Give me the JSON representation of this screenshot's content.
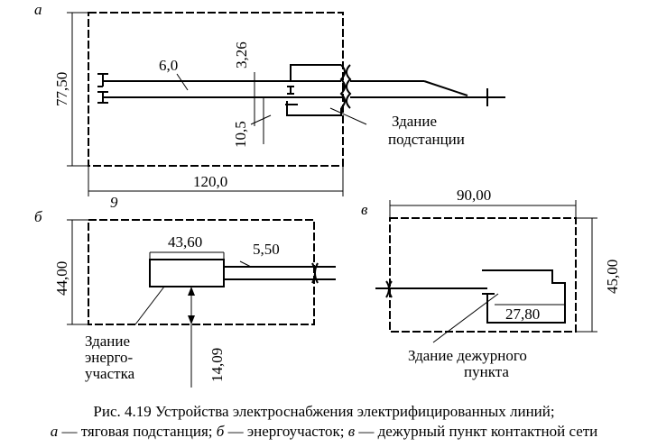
{
  "panel_a": {
    "letter": "а",
    "dim_height": "77,50",
    "dim_width": "120,0",
    "dim_track": "6,0",
    "dim_offset": "3,26",
    "dim_small": "10,5",
    "corner_mark": "9",
    "building_label_line1": "Здание",
    "building_label_line2": "подстанции"
  },
  "panel_b": {
    "letter": "б",
    "dim_height": "44,00",
    "dim_building": "43,60",
    "dim_track": "5,50",
    "dim_vertical": "14,09",
    "building_label_line1": "Здание",
    "building_label_line2": "энерго-",
    "building_label_line3": "участка"
  },
  "panel_v": {
    "letter": "в",
    "dim_width": "90,00",
    "dim_height": "45,00",
    "dim_building": "27,80",
    "building_label_line1": "Здание дежурного",
    "building_label_line2": "пункта"
  },
  "caption": {
    "line1": "Рис. 4.19 Устройства электроснабжения электрифицированных линий;",
    "line2_a": "а",
    "line2_a_text": " — тяговая подстанция; ",
    "line2_b": "б",
    "line2_b_text": " — энергоучасток; ",
    "line2_v": "в",
    "line2_v_text": " — дежурный пункт контактной сети"
  }
}
